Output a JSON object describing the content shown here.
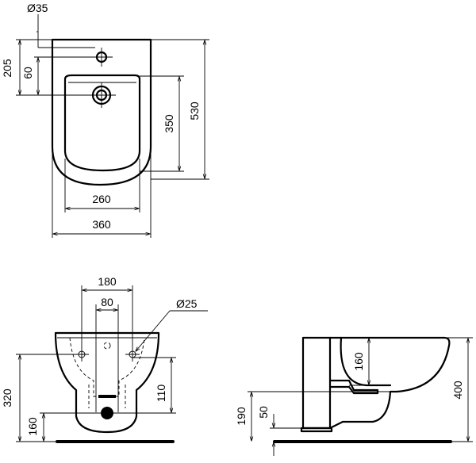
{
  "top_view": {
    "hole_diameter": "Ø35",
    "dim_205": "205",
    "dim_60": "60",
    "dim_350": "350",
    "dim_530": "530",
    "dim_260": "260",
    "dim_360": "360"
  },
  "front_view": {
    "dim_180": "180",
    "dim_80": "80",
    "fixing_diameter": "Ø25",
    "dim_320": "320",
    "dim_160": "160",
    "dim_110": "110"
  },
  "side_view": {
    "dim_160": "160",
    "dim_400": "400",
    "dim_190": "190",
    "dim_50": "50"
  }
}
